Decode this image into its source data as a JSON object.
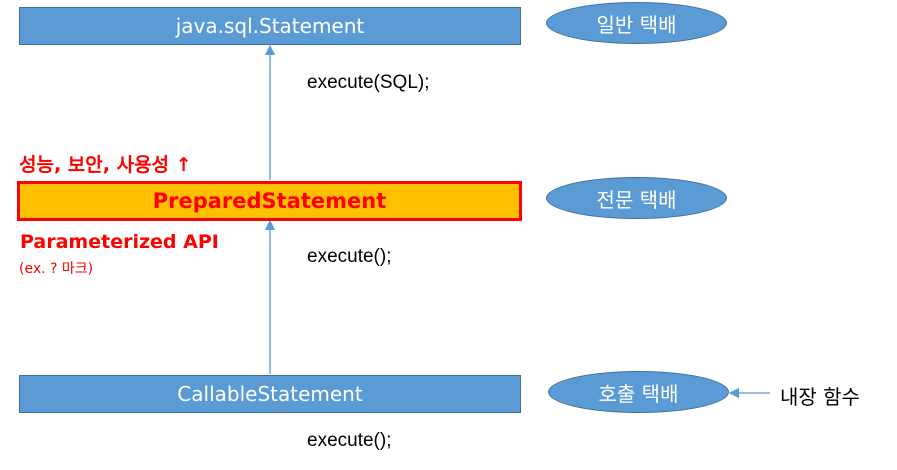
{
  "boxes": {
    "statement": "java.sql.Statement",
    "prepared": "PreparedStatement",
    "callable": "CallableStatement"
  },
  "methods": {
    "statement": "execute(SQL);",
    "prepared": "execute();",
    "callable": "execute();"
  },
  "ovals": {
    "general": "일반 택배",
    "special": "전문 택배",
    "call": "호출 택배"
  },
  "annotations": {
    "benefits": "성능, 보안, 사용성 ↑",
    "param_api": "Parameterized  API",
    "param_example": "(ex. ? 마크)",
    "stored_proc": "내장 함수"
  },
  "colors": {
    "box_blue": "#5b9bd5",
    "box_border": "#41719c",
    "highlight_fill": "#ffc000",
    "highlight_red": "#ff0000"
  }
}
